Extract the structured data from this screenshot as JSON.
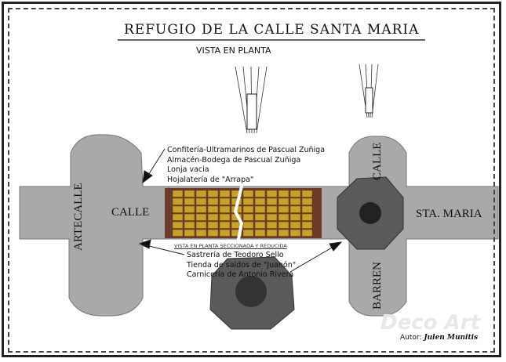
{
  "title": "REFUGIO DE LA CALLE SANTA MARIA",
  "subtitle": "VISTA EN PLANTA",
  "top_labels": [
    "Confitería-Ultramarinos de Pascual Zuñiga",
    "Almacén-Bodega de Pascual Zuñiga",
    "Lonja vacia",
    "Hojalatería de \"Arrapa\""
  ],
  "section_caption": "VISTA EN PLANTA SECCIONADA Y REDUCIDA",
  "bottom_labels": [
    "Sastrería de Teodoro Sello",
    "Tienda de saldos de \"Juanón\"",
    "Carnicería de Antonio Rivera"
  ],
  "streets": {
    "artecalle": "ARTECALLE",
    "calle_left": "CALLE",
    "calle_right": "CALLE",
    "barren": "BARREN",
    "sta_maria": "STA. MARIA"
  },
  "author_label": "Autor:",
  "author_name": "Julen Munitis",
  "watermark": "Deco Art",
  "colors": {
    "street": "#a9a9a9",
    "brick": "#c9a02a",
    "shelter": "#555555"
  }
}
